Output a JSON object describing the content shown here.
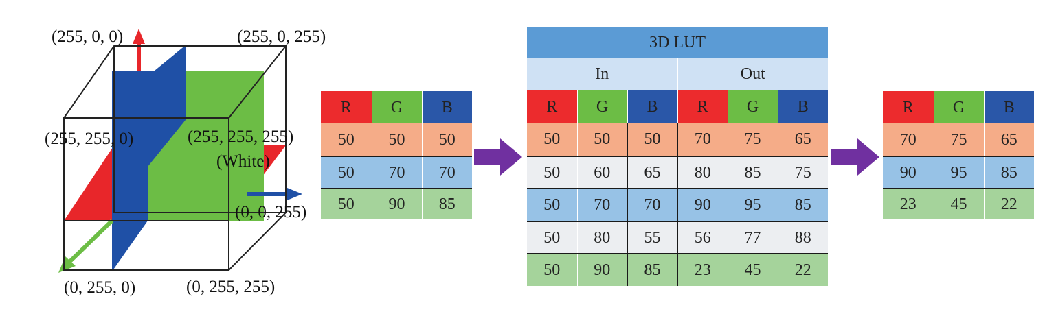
{
  "cube": {
    "labels": {
      "top_left": "(255, 0, 0)",
      "top_right": "(255, 0, 255)",
      "mid_left": "(255, 255, 0)",
      "mid_right": "(255, 255, 255)",
      "white": "(White)",
      "right": "(0, 0, 255)",
      "bottom_left": "(0, 255, 0)",
      "bottom_right": "(0, 255, 255)"
    },
    "colors": {
      "red": "#e8262a",
      "green": "#6cbd45",
      "blue": "#1f50a6"
    }
  },
  "input_table": {
    "headers": [
      "R",
      "G",
      "B"
    ],
    "rows": [
      [
        "50",
        "50",
        "50"
      ],
      [
        "50",
        "70",
        "70"
      ],
      [
        "50",
        "90",
        "85"
      ]
    ]
  },
  "lut": {
    "title": "3D LUT",
    "in_label": "In",
    "out_label": "Out",
    "headers": [
      "R",
      "G",
      "B",
      "R",
      "G",
      "B"
    ],
    "rows": [
      [
        "50",
        "50",
        "50",
        "70",
        "75",
        "65"
      ],
      [
        "50",
        "60",
        "65",
        "80",
        "85",
        "75"
      ],
      [
        "50",
        "70",
        "70",
        "90",
        "95",
        "85"
      ],
      [
        "50",
        "80",
        "55",
        "56",
        "77",
        "88"
      ],
      [
        "50",
        "90",
        "85",
        "23",
        "45",
        "22"
      ]
    ]
  },
  "output_table": {
    "headers": [
      "R",
      "G",
      "B"
    ],
    "rows": [
      [
        "70",
        "75",
        "65"
      ],
      [
        "90",
        "95",
        "85"
      ],
      [
        "23",
        "45",
        "22"
      ]
    ]
  },
  "arrow_color": "#7030a0"
}
